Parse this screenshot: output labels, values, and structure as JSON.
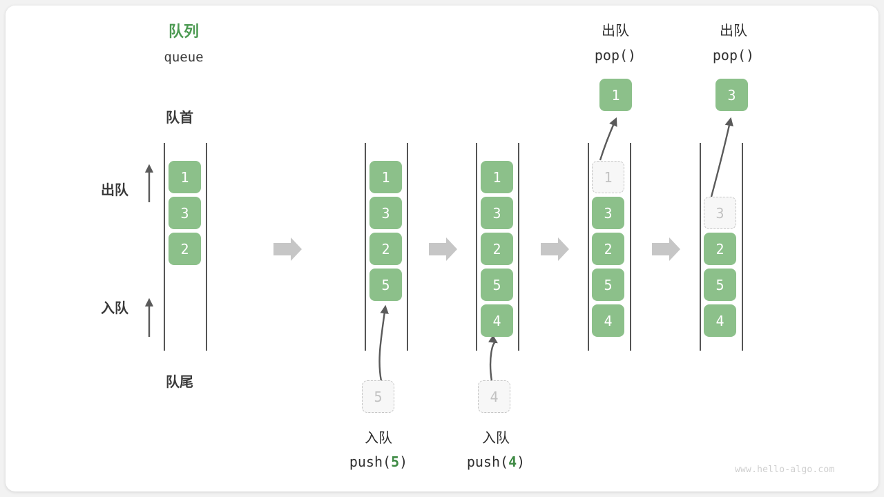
{
  "diagram": {
    "title_cn": "队列",
    "title_en": "queue",
    "front_label": "队首",
    "rear_label": "队尾",
    "dequeue_label": "出队",
    "enqueue_label": "入队",
    "watermark": "www.hello-algo.com",
    "accent_color": "#4c9a52",
    "cell_color": "#8cc08a",
    "ghost_color": "#c2c2c2",
    "arrow_color": "#c6c6c6"
  },
  "steps": [
    {
      "name": "initial-queue",
      "cells": [
        {
          "value": "1",
          "state": "filled"
        },
        {
          "value": "3",
          "state": "filled"
        },
        {
          "value": "2",
          "state": "filled"
        }
      ],
      "caption_cn": "",
      "caption_code": "",
      "incoming": null,
      "outgoing": null
    },
    {
      "name": "push-5",
      "cells": [
        {
          "value": "1",
          "state": "filled"
        },
        {
          "value": "3",
          "state": "filled"
        },
        {
          "value": "2",
          "state": "filled"
        },
        {
          "value": "5",
          "state": "filled"
        }
      ],
      "caption_cn": "入队",
      "caption_code_prefix": "push(",
      "caption_code_num": "5",
      "caption_code_suffix": ")",
      "incoming": {
        "value": "5",
        "state": "ghost"
      },
      "outgoing": null
    },
    {
      "name": "push-4",
      "cells": [
        {
          "value": "1",
          "state": "filled"
        },
        {
          "value": "3",
          "state": "filled"
        },
        {
          "value": "2",
          "state": "filled"
        },
        {
          "value": "5",
          "state": "filled"
        },
        {
          "value": "4",
          "state": "filled"
        }
      ],
      "caption_cn": "入队",
      "caption_code_prefix": "push(",
      "caption_code_num": "4",
      "caption_code_suffix": ")",
      "incoming": {
        "value": "4",
        "state": "ghost"
      },
      "outgoing": null
    },
    {
      "name": "pop-1",
      "cells": [
        {
          "value": "1",
          "state": "ghost"
        },
        {
          "value": "3",
          "state": "filled"
        },
        {
          "value": "2",
          "state": "filled"
        },
        {
          "value": "5",
          "state": "filled"
        },
        {
          "value": "4",
          "state": "filled"
        }
      ],
      "caption_cn": "出队",
      "caption_code": "pop()",
      "incoming": null,
      "outgoing": {
        "value": "1",
        "state": "filled"
      }
    },
    {
      "name": "pop-3",
      "cells": [
        {
          "value": "",
          "state": "empty"
        },
        {
          "value": "3",
          "state": "ghost"
        },
        {
          "value": "2",
          "state": "filled"
        },
        {
          "value": "5",
          "state": "filled"
        },
        {
          "value": "4",
          "state": "filled"
        }
      ],
      "caption_cn": "出队",
      "caption_code": "pop()",
      "incoming": null,
      "outgoing": {
        "value": "3",
        "state": "filled"
      }
    }
  ],
  "flow_arrows": [
    {
      "name": "flow-arrow-1"
    },
    {
      "name": "flow-arrow-2"
    },
    {
      "name": "flow-arrow-3"
    },
    {
      "name": "flow-arrow-4"
    }
  ]
}
